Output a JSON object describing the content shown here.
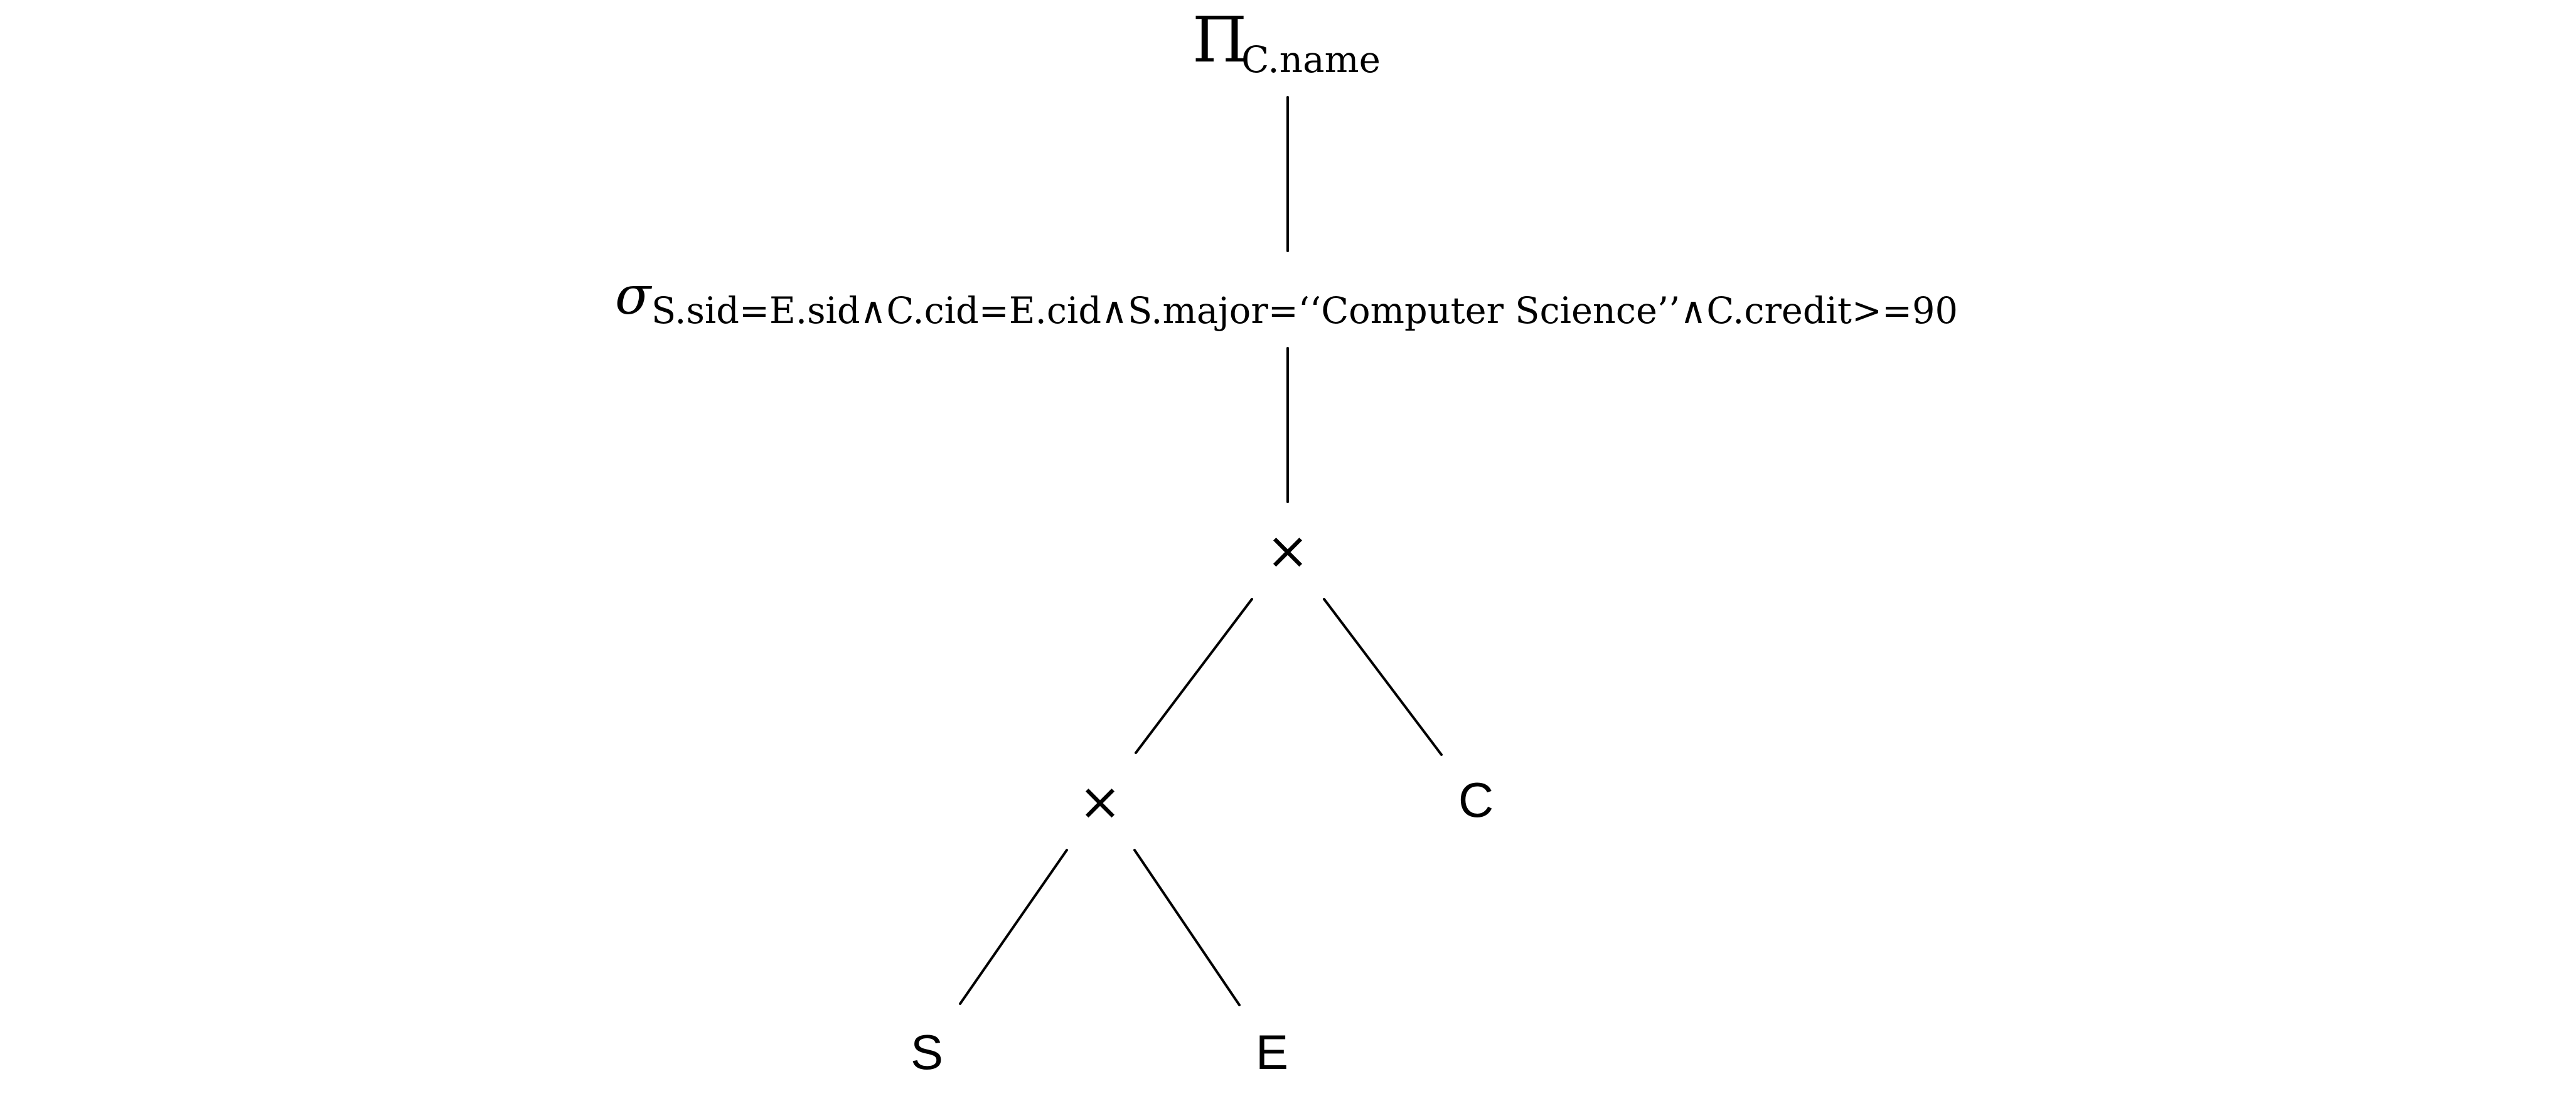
{
  "tree": {
    "projection": {
      "symbol": "Π",
      "subscript": "C.name"
    },
    "selection": {
      "symbol": "σ",
      "subscript": "S.sid=E.sid∧C.cid=E.cid∧S.major=‘‘Computer Science’’∧C.credit>=90"
    },
    "cross_top": {
      "symbol": "×"
    },
    "cross_bottom": {
      "symbol": "×"
    },
    "leaves": {
      "s": "S",
      "e": "E",
      "c": "C"
    }
  }
}
